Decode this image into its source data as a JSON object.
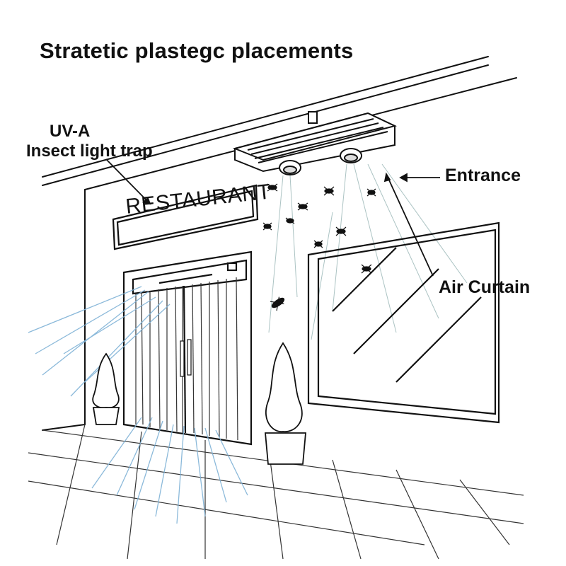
{
  "diagram": {
    "title": "Stratetic plastegc placements",
    "labels": {
      "uva_line1": "UV-A",
      "uva_line2": "Insect light trap",
      "entrance": "Entrance",
      "air_curtain": "Air Curtain"
    },
    "sign_text": "RESTAURANT",
    "colors": {
      "ink": "#111111",
      "airflow": "#7fb2d6",
      "background": "#ffffff"
    }
  }
}
